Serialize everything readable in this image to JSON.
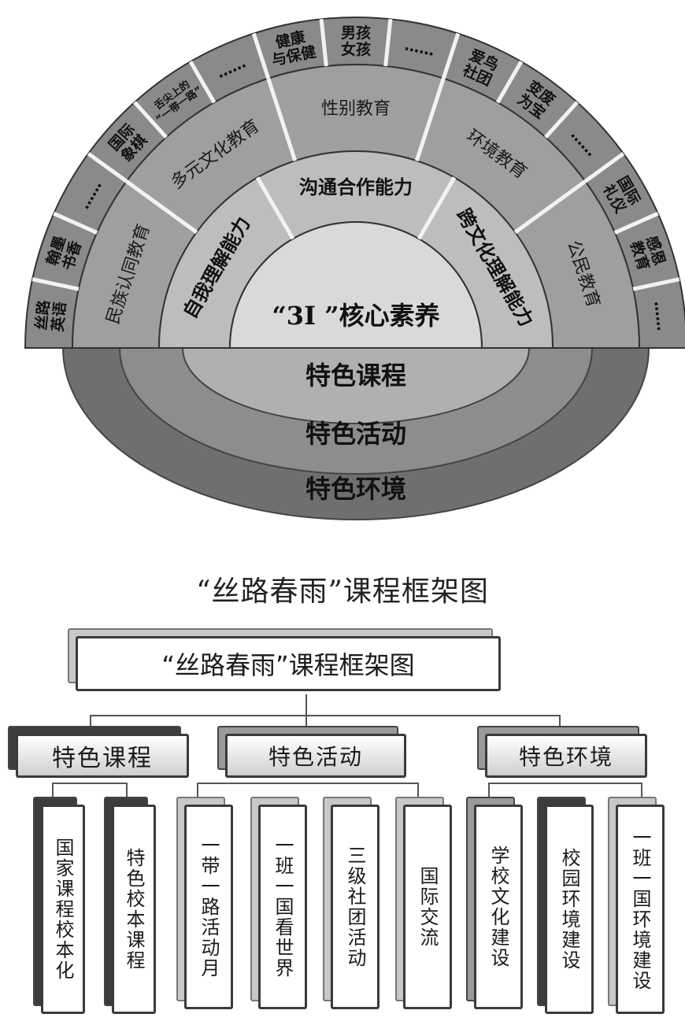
{
  "fan": {
    "core": "“3I ”核心素养",
    "competencies": [
      "自我理解能力",
      "沟通合作能力",
      "跨文化理解能力"
    ],
    "education_areas": [
      "民族认同教育",
      "多元文化教育",
      "性别教育",
      "环境教育",
      "公民教育"
    ],
    "outer_items": [
      {
        "lines": [
          "丝路",
          "英语"
        ]
      },
      {
        "lines": [
          "翰墨",
          "书香"
        ]
      },
      {
        "lines": [
          "……"
        ]
      },
      {
        "lines": [
          "国际",
          "象棋"
        ]
      },
      {
        "lines": [
          "舌尖上的",
          "“一带一路”"
        ]
      },
      {
        "lines": [
          "……"
        ]
      },
      {
        "lines": [
          "健康",
          "与保健"
        ]
      },
      {
        "lines": [
          "男孩",
          "女孩"
        ]
      },
      {
        "lines": [
          "……"
        ]
      },
      {
        "lines": [
          "爱鸟",
          "社团"
        ]
      },
      {
        "lines": [
          "变废",
          "为宝"
        ]
      },
      {
        "lines": [
          "……"
        ]
      },
      {
        "lines": [
          "国际",
          "礼仪"
        ]
      },
      {
        "lines": [
          "感恩",
          "教育"
        ]
      },
      {
        "lines": [
          "……"
        ]
      }
    ],
    "bands": [
      "特色课程",
      "特色活动",
      "特色环境"
    ]
  },
  "caption": "“丝路春雨”课程框架图",
  "tree": {
    "root": "“丝路春雨”课程框架图",
    "groups": [
      {
        "label": "特色课程",
        "children": [
          "国家课程校本化",
          "特色校本课程"
        ]
      },
      {
        "label": "特色活动",
        "children": [
          "一带一路活动月",
          "一班一国看世界",
          "三级社团活动",
          "国际交流"
        ]
      },
      {
        "label": "特色环境",
        "children": [
          "学校文化建设",
          "校园环境建设",
          "一班一国环境建设"
        ]
      }
    ]
  }
}
